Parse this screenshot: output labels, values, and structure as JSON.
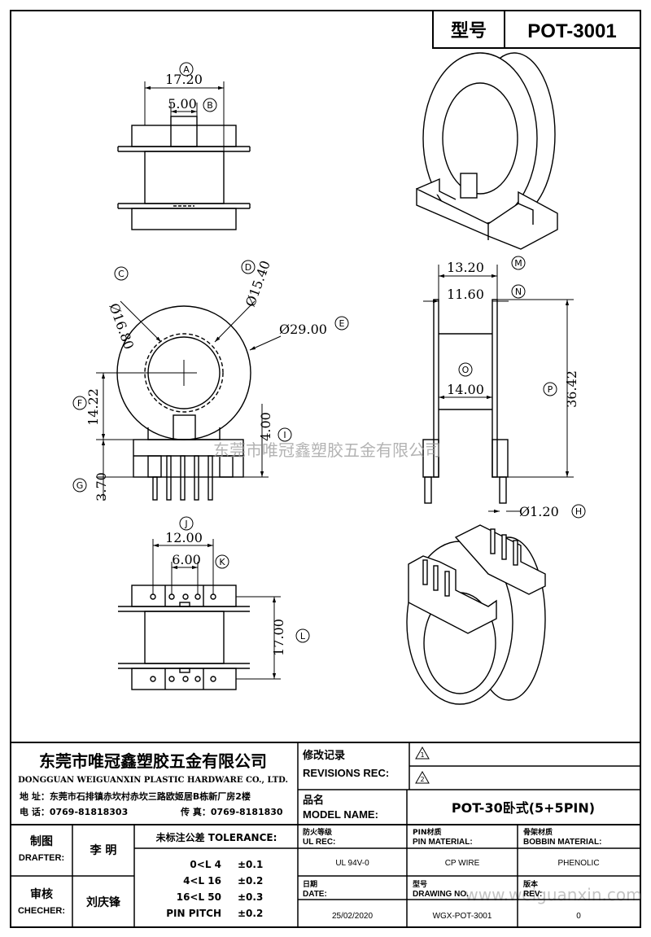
{
  "header": {
    "model_label": "型号",
    "model_value": "POT-3001"
  },
  "dimensions": {
    "A_val": "17.20",
    "B_val": "5.00",
    "C_val": "Ø16.80",
    "D_val": "Ø15.40",
    "E_val": "Ø29.00",
    "F_val": "14.22",
    "G_val": "3.70",
    "I_val": "4.00",
    "M_val": "13.20",
    "N_val": "11.60",
    "O_val": "14.00",
    "P_val": "36.42",
    "H_val": "Ø1.20",
    "J_val": "12.00",
    "K_val": "6.00",
    "L_val": "17.00"
  },
  "callouts": {
    "A": "A",
    "B": "B",
    "C": "C",
    "D": "D",
    "E": "E",
    "F": "F",
    "G": "G",
    "H": "H",
    "I": "I",
    "J": "J",
    "K": "K",
    "L": "L",
    "M": "M",
    "N": "N",
    "O": "O",
    "P": "P"
  },
  "watermarks": {
    "center": "东莞市唯冠鑫塑胶五金有限公司",
    "url": "www.weiguanxin.com"
  },
  "title_block": {
    "company_cn": "东莞市唯冠鑫塑胶五金有限公司",
    "company_en": "DONGGUAN WEIGUANXIN PLASTIC HARDWARE CO., LTD.",
    "address": "地  址：东莞市石排镇赤坎村赤坎三路欧姬居B栋新厂房2楼",
    "phone": "电  话：0769-81818303",
    "fax": "传  真：0769-8181830",
    "rev_cn": "修改记录",
    "rev_en": "REVISIONS REC:",
    "rev1": "1",
    "rev2": "2",
    "model_cn": "品名",
    "model_en": "MODEL NAME:",
    "model_value": "POT-30卧式(5+5PIN)",
    "drafter_cn": "制图",
    "drafter_en": "DRAFTER:",
    "drafter_name": "李  明",
    "checker_cn": "审核",
    "checker_en": "CHECHER:",
    "checker_name": "刘庆锋",
    "tol_title": "未标注公差 TOLERANCE:",
    "tol_rows": [
      {
        "range": "0<L  4",
        "val": "±0.1"
      },
      {
        "range": "4<L  16",
        "val": "±0.2"
      },
      {
        "range": "16<L  50",
        "val": "±0.3"
      },
      {
        "range": "PIN PITCH",
        "val": "±0.2"
      }
    ],
    "ul_cn": "防火等级",
    "ul_en": "UL REC:",
    "ul_value": "UL 94V-0",
    "pin_cn": "PIN材质",
    "pin_en": "PIN MATERIAL:",
    "pin_value": "CP WIRE",
    "bob_cn": "骨架材质",
    "bob_en": "BOBBIN MATERIAL:",
    "bob_value": "PHENOLIC",
    "date_cn": "日期",
    "date_en": "DATE:",
    "date_value": "25/02/2020",
    "dwg_cn": "型号",
    "dwg_en": "DRAWING NO.",
    "dwg_value": "WGX-POT-3001",
    "rev_cn2": "版本",
    "rev_en2": "REV:",
    "rev_value": "0"
  }
}
